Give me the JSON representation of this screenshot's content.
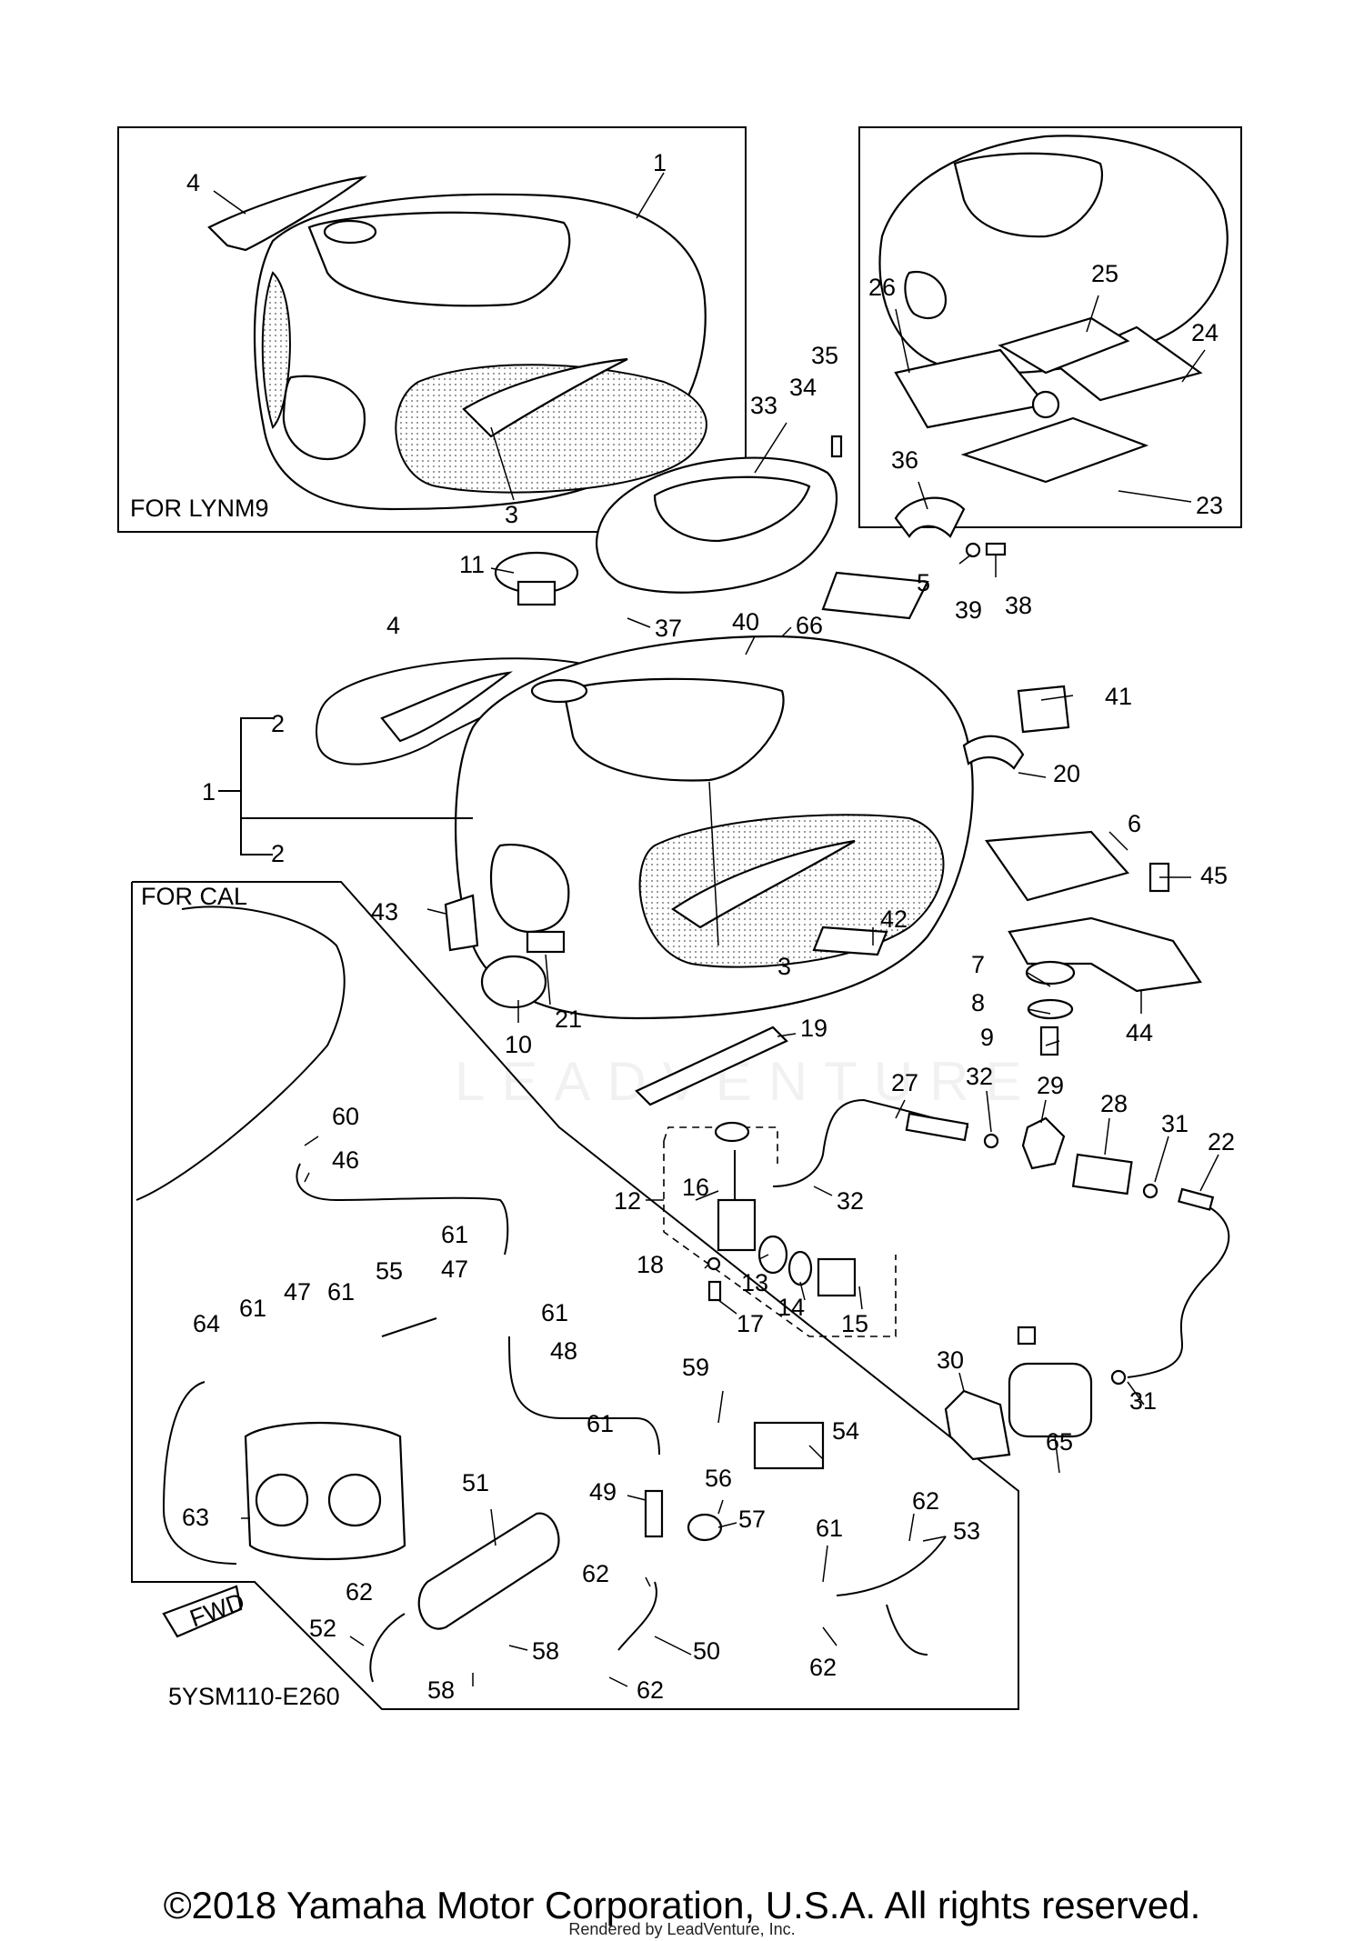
{
  "boxes": {
    "lynm9": "FOR LYNM9",
    "cal": "FOR CAL"
  },
  "diagram_code": "5YSM110-E260",
  "fwd_label": "FWD",
  "watermark": "LEADVENTURE",
  "copyright": "©2018 Yamaha Motor Corporation, U.S.A. All rights reserved.",
  "rendered_by": "Rendered by LeadVenture, Inc.",
  "callouts": [
    {
      "n": "1"
    },
    {
      "n": "4"
    },
    {
      "n": "3"
    },
    {
      "n": "25"
    },
    {
      "n": "26"
    },
    {
      "n": "24"
    },
    {
      "n": "23"
    },
    {
      "n": "35"
    },
    {
      "n": "34"
    },
    {
      "n": "33"
    },
    {
      "n": "36"
    },
    {
      "n": "11"
    },
    {
      "n": "39"
    },
    {
      "n": "38"
    },
    {
      "n": "5"
    },
    {
      "n": "37"
    },
    {
      "n": "66"
    },
    {
      "n": "40"
    },
    {
      "n": "4"
    },
    {
      "n": "2"
    },
    {
      "n": "41"
    },
    {
      "n": "1"
    },
    {
      "n": "20"
    },
    {
      "n": "2"
    },
    {
      "n": "6"
    },
    {
      "n": "45"
    },
    {
      "n": "43"
    },
    {
      "n": "42"
    },
    {
      "n": "7"
    },
    {
      "n": "8"
    },
    {
      "n": "3"
    },
    {
      "n": "21"
    },
    {
      "n": "44"
    },
    {
      "n": "9"
    },
    {
      "n": "10"
    },
    {
      "n": "19"
    },
    {
      "n": "27"
    },
    {
      "n": "32"
    },
    {
      "n": "29"
    },
    {
      "n": "28"
    },
    {
      "n": "31"
    },
    {
      "n": "22"
    },
    {
      "n": "60"
    },
    {
      "n": "46"
    },
    {
      "n": "16"
    },
    {
      "n": "12"
    },
    {
      "n": "32"
    },
    {
      "n": "61"
    },
    {
      "n": "47"
    },
    {
      "n": "55"
    },
    {
      "n": "61"
    },
    {
      "n": "18"
    },
    {
      "n": "13"
    },
    {
      "n": "14"
    },
    {
      "n": "15"
    },
    {
      "n": "17"
    },
    {
      "n": "61"
    },
    {
      "n": "47"
    },
    {
      "n": "64"
    },
    {
      "n": "61"
    },
    {
      "n": "48"
    },
    {
      "n": "30"
    },
    {
      "n": "31"
    },
    {
      "n": "59"
    },
    {
      "n": "65"
    },
    {
      "n": "61"
    },
    {
      "n": "54"
    },
    {
      "n": "51"
    },
    {
      "n": "49"
    },
    {
      "n": "56"
    },
    {
      "n": "57"
    },
    {
      "n": "62"
    },
    {
      "n": "53"
    },
    {
      "n": "63"
    },
    {
      "n": "61"
    },
    {
      "n": "62"
    },
    {
      "n": "62"
    },
    {
      "n": "52"
    },
    {
      "n": "50"
    },
    {
      "n": "62"
    },
    {
      "n": "58"
    },
    {
      "n": "58"
    },
    {
      "n": "62"
    }
  ]
}
